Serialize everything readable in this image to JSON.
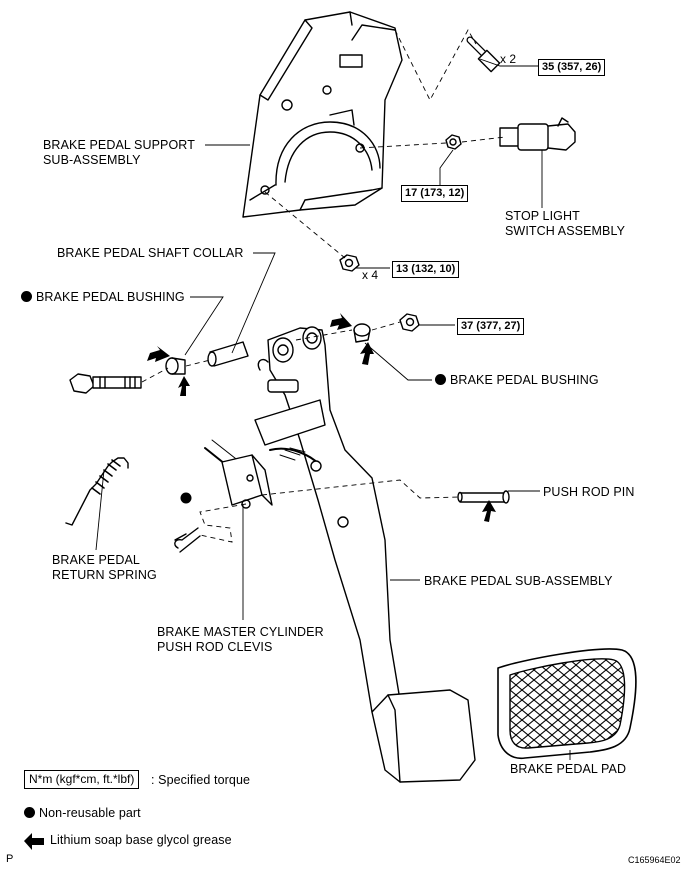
{
  "labels": {
    "support": "BRAKE PEDAL SUPPORT\nSUB-ASSEMBLY",
    "stop_switch": "STOP LIGHT\nSWITCH ASSEMBLY",
    "shaft_collar": "BRAKE PEDAL SHAFT COLLAR",
    "bushing_left": "BRAKE PEDAL BUSHING",
    "bushing_right": "BRAKE PEDAL BUSHING",
    "push_rod_pin": "PUSH ROD PIN",
    "return_spring": "BRAKE PEDAL\nRETURN SPRING",
    "pedal_sub": "BRAKE PEDAL SUB-ASSEMBLY",
    "clevis": "BRAKE MASTER CYLINDER\nPUSH ROD CLEVIS",
    "pedal_pad": "BRAKE PEDAL PAD"
  },
  "torques": {
    "t35": "35 (357, 26)",
    "t17": "17 (173, 12)",
    "t13": "13 (132, 10)",
    "t37": "37 (377, 27)"
  },
  "quantities": {
    "q2": "x 2",
    "q4": "x 4"
  },
  "legend": {
    "torque_box": "N*m (kgf*cm, ft.*lbf)",
    "torque_text": ": Specified torque",
    "nonreusable": "Non-reusable part",
    "grease": "Lithium soap base glycol grease"
  },
  "footer": {
    "left": "P",
    "code": "C165964E02"
  }
}
